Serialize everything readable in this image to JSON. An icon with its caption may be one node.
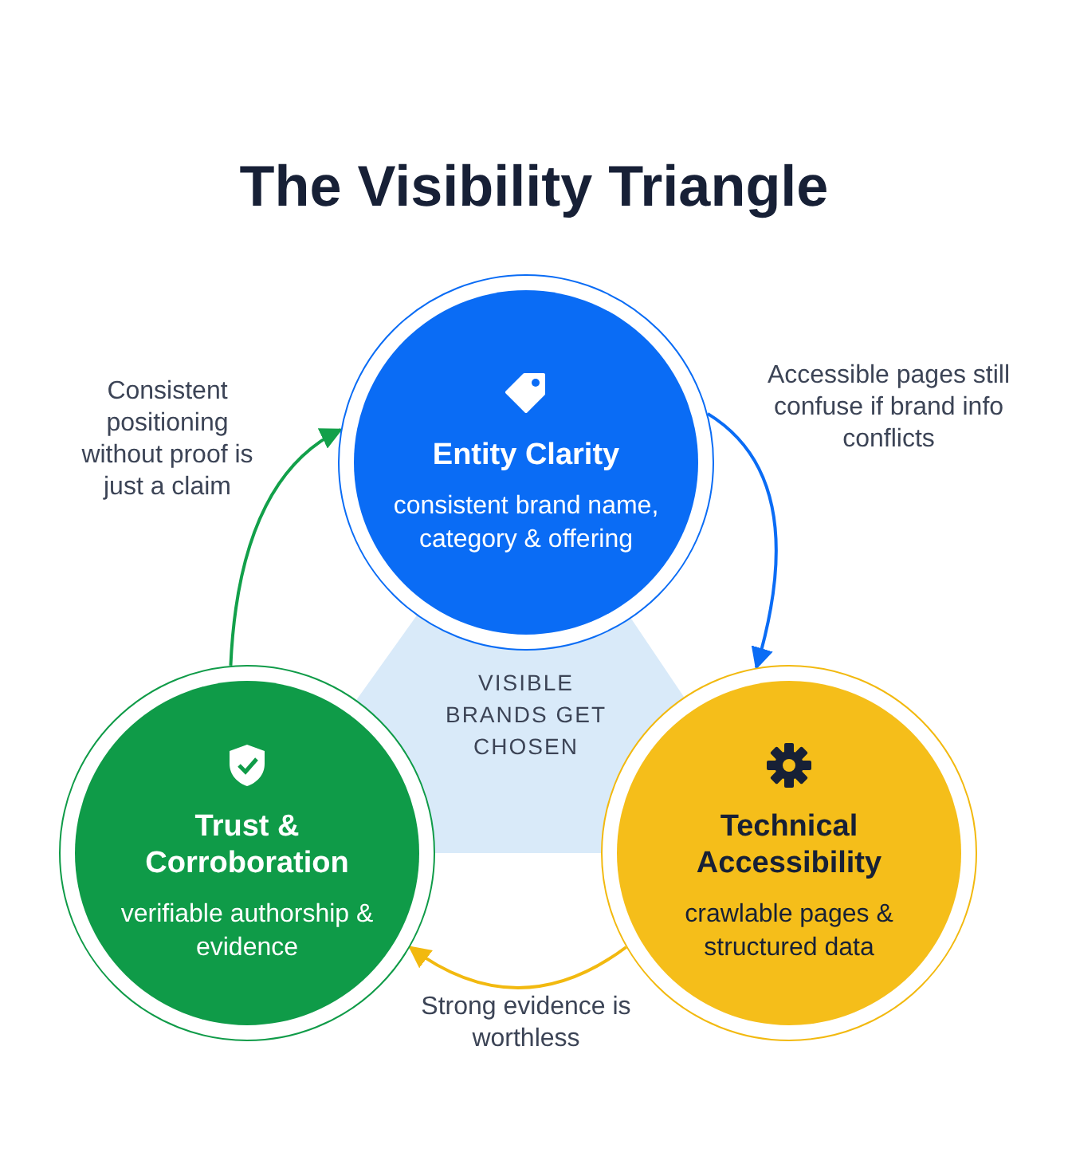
{
  "diagram": {
    "title": "The Visibility Triangle",
    "nodes": [
      {
        "text": [
          "Entity Clarity",
          "consistent brand name, category & offering"
        ]
      },
      {
        "text": [
          "Trust & Corroboration",
          "verifiable authorship & evidence"
        ]
      },
      {
        "text": [
          "Technical Accessibility",
          "crawlable pages & structured data"
        ]
      }
    ],
    "edges": [
      {
        "from": 1,
        "to": 0,
        "arrow": "to",
        "color": "#12a04a",
        "label": "Consistent positioning without proof is just a claim"
      },
      {
        "from": 0,
        "to": 2,
        "arrow": "to",
        "color": "#0a6cf5",
        "label": "Accessible pages still confuse if brand info conflicts"
      },
      {
        "from": 2,
        "to": 1,
        "arrow": "to",
        "color": "#f2b90f",
        "label": "Strong evidence is worthless"
      }
    ],
    "labels": [
      "VISIBLE BRANDS GET CHOSEN"
    ]
  }
}
